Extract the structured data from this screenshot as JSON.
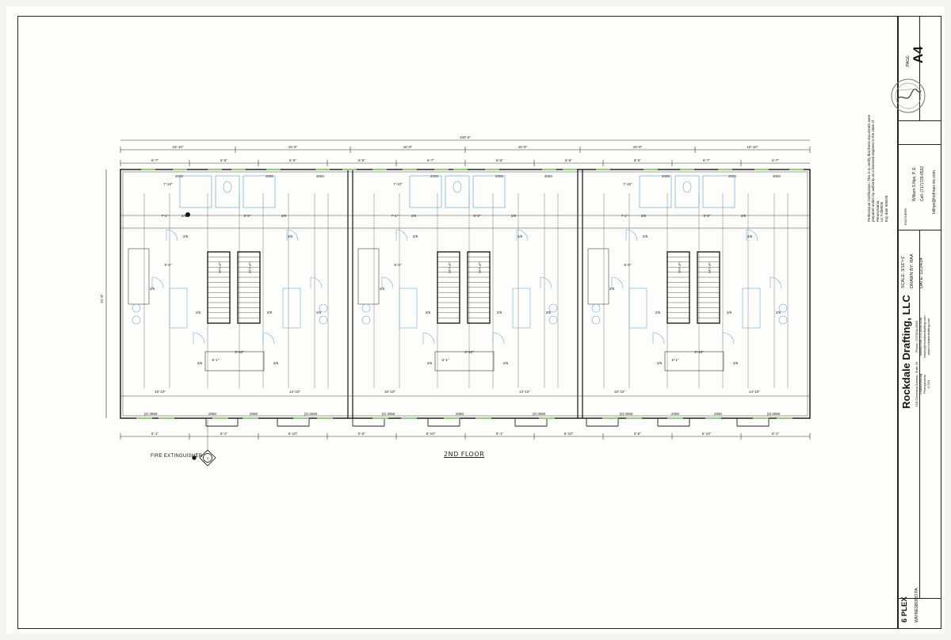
{
  "drawing": {
    "floor_label": "2ND FLOOR",
    "fire_extinguisher_label": "FIRE EXTINGUISHER",
    "fire_extinguisher_tag": "1",
    "overall_width": "100'-0\"",
    "overall_depth": "31'-0\"",
    "window_tag_small": "2050",
    "window_tag_large": "(2) 3050",
    "window_tag_top": "3050",
    "door_tag": "2/6",
    "door_tag_alt": "2/8",
    "stair_label": "UP 13R"
  },
  "dimensions": {
    "top_row": [
      "16'-10\"",
      "16'-8\"",
      "16'-8\"",
      "16'-8\"",
      "16'-8\"",
      "16'-10\""
    ],
    "sub_row": [
      "6'-7\"",
      "8'-5\"",
      "6'-5\"",
      "8'-5\"",
      "6'-7\"",
      "8'-5\"",
      "6'-5\"",
      "8'-5\"",
      "6'-7\"",
      "6'-7\""
    ],
    "bottom_row": [
      "6'-1\"",
      "8'-1\"",
      "6'-10\"",
      "5'-5\"",
      "6'-10\"",
      "8'-1\"",
      "6'-10\"",
      "5'-5\"",
      "6'-10\"",
      "8'-1\""
    ],
    "room_dims": [
      "7'-10\"",
      "7'-1\"",
      "5'-5\"",
      "5'-0\"",
      "3'-10\"",
      "5'-1\"",
      "16'-10\"",
      "14'-10\"",
      "5'-0\"",
      "2'-6\""
    ]
  },
  "title_block": {
    "firm_name": "Rockdale Drafting, LLC",
    "address_1": "518 Cleveland Avenue, Suite 26",
    "address_2": "Chambersburg",
    "address_3": "Pennsylvania",
    "address_4": "17201",
    "phone": "Phone: (717)504-9850",
    "mobile": "Mobile/Text: (717)658-3938",
    "email": "tammy@rockdaledrafting.com",
    "website": "www.rockdaledrafting.com",
    "scale": "SCALE: 3/16\"=1'",
    "drawn_by": "DRAWN BY: RAA",
    "date": "DATE: 12/24/24",
    "engineer_header": "ENGINEER:",
    "engineer_name": "William S.Nye, P. E.",
    "engineer_cell": "Cell: (717)729-6532",
    "engineer_email": "billnye@hofman-inc.com",
    "cert_header": "STAMP:",
    "cert_text_1": "Professional Certification: This is to certify that these documents were",
    "cert_text_2": "prepared under my authority as a licensed engineer in the state of",
    "cert_text_3": "Pennsylvania.",
    "cert_text_4": "Lic # 058036",
    "cert_text_5": "Exp date 9/30/25",
    "page_header": "PAGE:",
    "page_number": "A4",
    "project_name": "6 PLEX",
    "project_location": "WAYNESBORO PA."
  }
}
